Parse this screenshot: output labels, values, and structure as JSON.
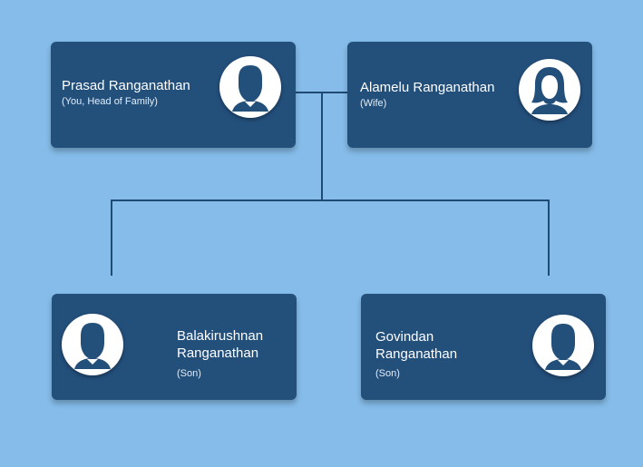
{
  "members": [
    {
      "name": "Prasad Ranganathan",
      "role": "(You, Head of Family)",
      "icon": "male-avatar-icon"
    },
    {
      "name": "Alamelu Ranganathan",
      "role": "(Wife)",
      "icon": "female-avatar-icon"
    },
    {
      "name_line1": "Balakirushnan",
      "name_line2": "Ranganathan",
      "role": "(Son)",
      "icon": "male-avatar-icon"
    },
    {
      "name_line1": "Govindan",
      "name_line2": "Ranganathan",
      "role": "(Son)",
      "icon": "male-avatar-icon"
    }
  ],
  "colors": {
    "background": "#85bce9",
    "card": "#234f7b",
    "connector": "#1f4a74",
    "avatar_figure": "#234f7b"
  }
}
